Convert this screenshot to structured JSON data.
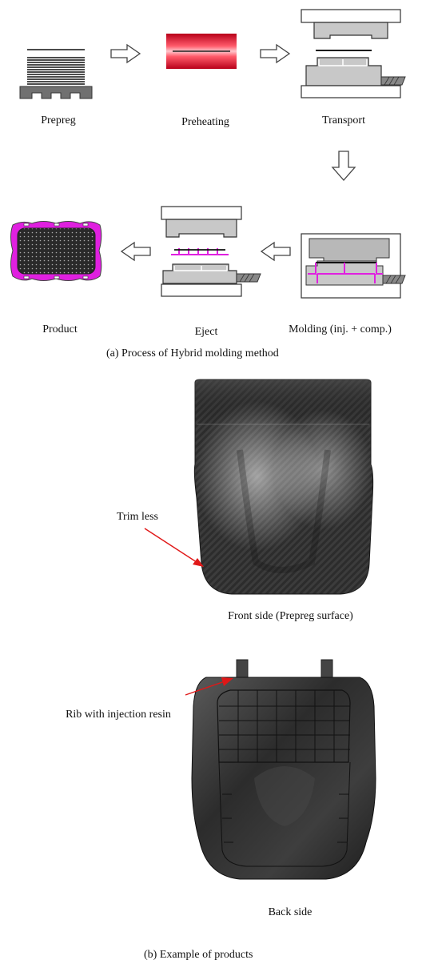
{
  "process": {
    "steps": {
      "prepreg": "Prepreg",
      "preheating": "Preheating",
      "transport": "Transport",
      "molding": "Molding (inj. + comp.)",
      "eject": "Eject",
      "product": "Product"
    },
    "caption": "(a) Process of Hybrid molding method"
  },
  "products": {
    "front_annotation": "Trim less",
    "front_caption": "Front side (Prepreg surface)",
    "back_annotation": "Rib with injection resin",
    "back_caption": "Back side",
    "caption": "(b) Example of products"
  },
  "colors": {
    "mold_gray": "#c8c8c8",
    "mold_dark": "#6f6f6f",
    "heater_red": "#e0142a",
    "resin_magenta": "#e020e0",
    "arrow_red": "#e01818",
    "carbon_dark": "#262626"
  }
}
